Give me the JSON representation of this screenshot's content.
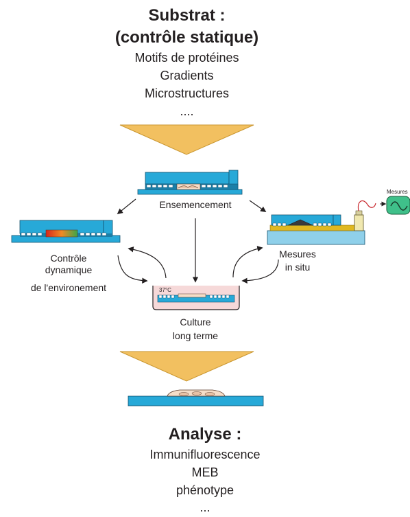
{
  "top": {
    "title": "Substrat :",
    "subtitle": "(contrôle statique)",
    "items": [
      "Motifs de protéines",
      "Gradients",
      "Microstructures",
      "...."
    ]
  },
  "steps": {
    "seeding": "Ensemencement",
    "dynamic_control": [
      "Contrôle",
      "dynamique",
      "de l'environement"
    ],
    "in_situ": [
      "Mesures",
      "in situ"
    ],
    "culture": [
      "Culture",
      "long terme"
    ],
    "incubator_temp": "37°C",
    "meter_label": "Mesures"
  },
  "bottom": {
    "title": "Analyse :",
    "items": [
      "Immunifluorescence",
      "MEB",
      "phénotype",
      "..."
    ]
  },
  "colors": {
    "funnel": "#f2c060",
    "chip": "#27a9d8",
    "chip_dark": "#1a7fa8",
    "cell": "#f5ddc8",
    "incubator": "#f6d9d9"
  }
}
